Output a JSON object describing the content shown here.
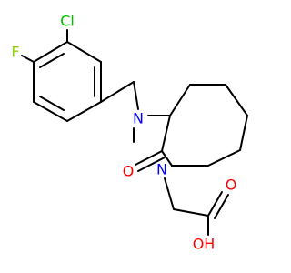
{
  "molecule": {
    "colors": {
      "bond": "#000000",
      "Cl": "#00bf00",
      "F": "#8fd400",
      "N": "#0000ff",
      "O": "#ff0000"
    },
    "atoms": {
      "cl": "Cl",
      "f": "F",
      "n_amine": "N",
      "n_ring": "N",
      "o_carbonyl": "O",
      "o_acid_double": "O",
      "oh": "OH"
    }
  }
}
